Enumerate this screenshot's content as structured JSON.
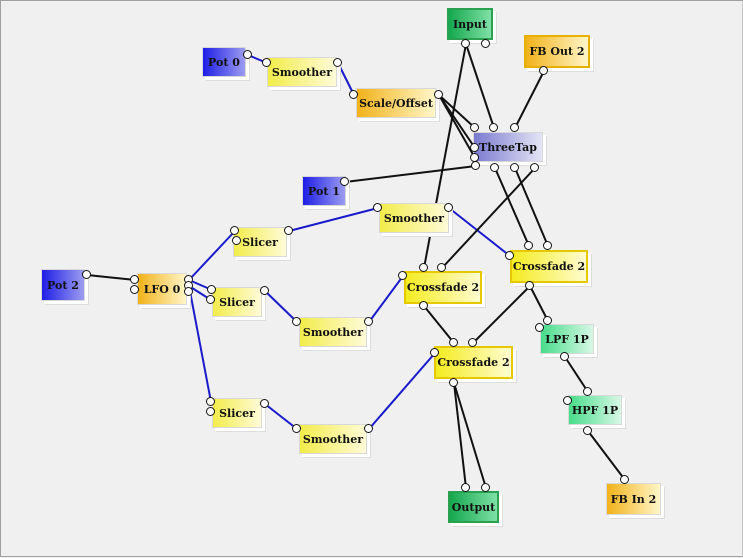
{
  "colors": {
    "background": "#f0f0f0",
    "wire_audio": "#111111",
    "wire_control": "#1a1acc",
    "pot": "#3030e0",
    "smoother": "#f6f08a",
    "scale_offset": "#f3c43a",
    "input_output": "#31b565",
    "fb_out": "#f7c84b",
    "threetap": "#9c9cd8",
    "crossfade": "#f7f050",
    "filter": "#6fe0a0"
  },
  "nodes": {
    "input": {
      "label": "Input"
    },
    "fb_out_2": {
      "label": "FB Out 2"
    },
    "pot_0": {
      "label": "Pot 0"
    },
    "smoother_0": {
      "label": "Smoother"
    },
    "scale_offset": {
      "label": "Scale/Offset"
    },
    "threetap": {
      "label": "ThreeTap"
    },
    "pot_1": {
      "label": "Pot 1"
    },
    "smoother_1": {
      "label": "Smoother"
    },
    "slicer_1": {
      "label": "Slicer"
    },
    "pot_2": {
      "label": "Pot 2"
    },
    "lfo_0": {
      "label": "LFO 0"
    },
    "slicer_2": {
      "label": "Slicer"
    },
    "crossfade_a": {
      "label": "Crossfade 2"
    },
    "crossfade_b": {
      "label": "Crossfade 2"
    },
    "smoother_2": {
      "label": "Smoother"
    },
    "lpf_1p": {
      "label": "LPF 1P"
    },
    "crossfade_c": {
      "label": "Crossfade 2"
    },
    "slicer_3": {
      "label": "Slicer"
    },
    "hpf_1p": {
      "label": "HPF 1P"
    },
    "smoother_3": {
      "label": "Smoother"
    },
    "output": {
      "label": "Output"
    },
    "fb_in_2": {
      "label": "FB In 2"
    }
  }
}
